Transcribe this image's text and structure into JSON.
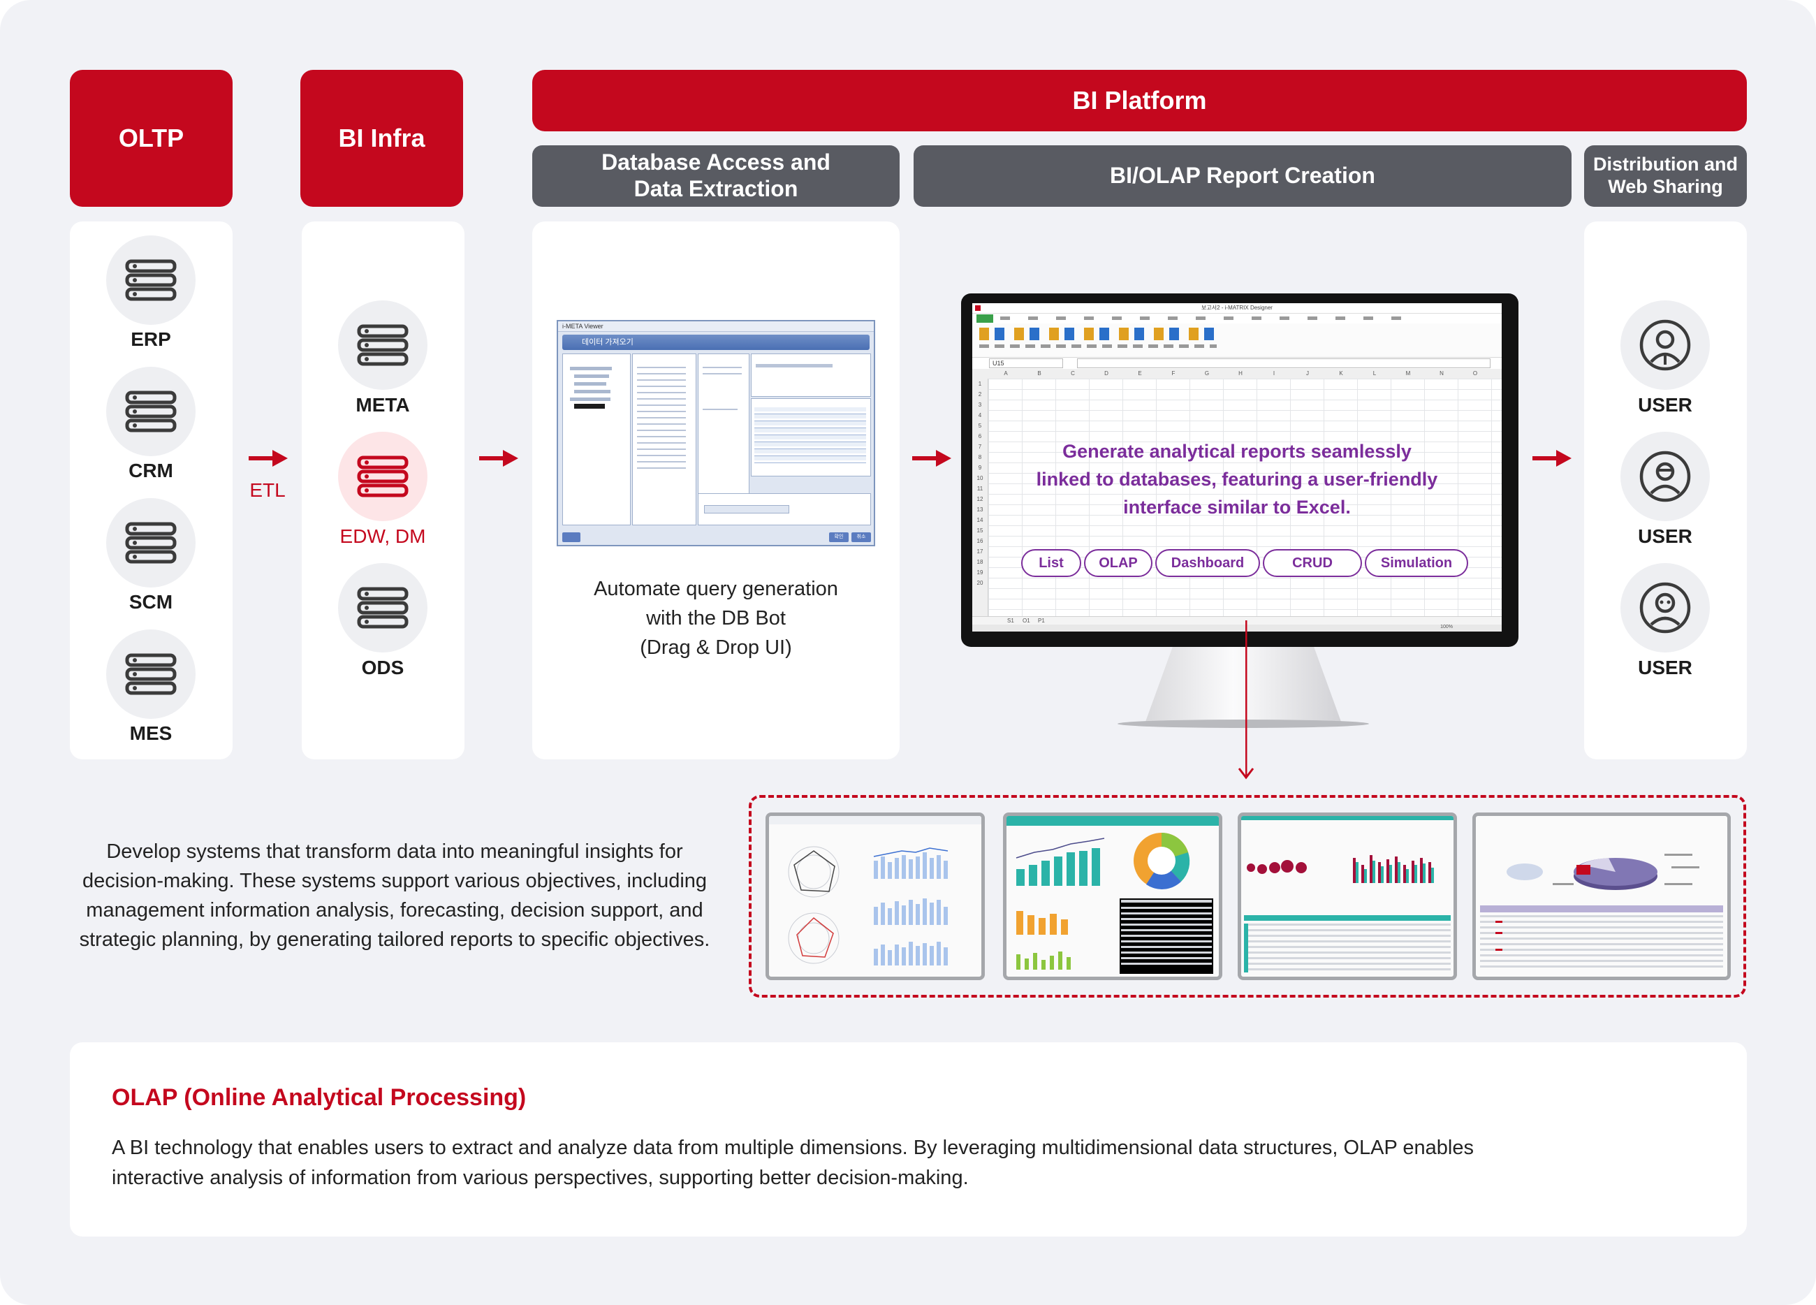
{
  "columns": {
    "oltp": {
      "title": "OLTP",
      "items": [
        "ERP",
        "CRM",
        "SCM",
        "MES"
      ]
    },
    "bi_infra": {
      "title": "BI Infra",
      "items": [
        "META",
        "EDW, DM",
        "ODS"
      ]
    },
    "bi_platform": {
      "title": "BI Platform"
    },
    "db_access": {
      "title_line1": "Database Access and",
      "title_line2": "Data Extraction"
    },
    "report_creation": {
      "title": "BI/OLAP Report Creation"
    },
    "distribution": {
      "title_line1": "Distribution and",
      "title_line2": "Web Sharing",
      "items": [
        "USER",
        "USER",
        "USER"
      ]
    }
  },
  "etl_label": "ETL",
  "db_bot": {
    "line1": "Automate query generation",
    "line2": "with the DB Bot",
    "line3": "(Drag & Drop UI)",
    "window_title": "i-META Viewer",
    "panel_title": "데이터 가져오기",
    "ok_label": "확인",
    "cancel_label": "취소"
  },
  "monitor": {
    "line1": "Generate analytical reports seamlessly",
    "line2": "linked to databases, featuring a user-friendly",
    "line3": "interface similar to Excel.",
    "features": [
      "List",
      "OLAP",
      "Dashboard",
      "CRUD",
      "Simulation"
    ],
    "app_title": "보고서2 - i-MATRIX Designer",
    "cell_ref": "U15",
    "columns": [
      "A",
      "B",
      "C",
      "D",
      "E",
      "F",
      "G",
      "H",
      "I",
      "J",
      "K",
      "L",
      "M",
      "N",
      "O"
    ],
    "rows": [
      "1",
      "2",
      "3",
      "4",
      "5",
      "6",
      "7",
      "8",
      "9",
      "10",
      "11",
      "12",
      "13",
      "14",
      "15",
      "16",
      "17",
      "18",
      "19",
      "20"
    ],
    "sheet_tabs": [
      "S1",
      "O1",
      "P1"
    ],
    "zoom": "100%"
  },
  "description": {
    "line1": "Develop systems that transform data into meaningful insights for",
    "line2": "decision-making. These systems support various objectives, including",
    "line3": "management information analysis, forecasting, decision support, and",
    "line4": "strategic planning, by generating tailored reports to specific objectives."
  },
  "olap": {
    "title": "OLAP (Online Analytical Processing)",
    "line1": "A BI technology that enables users to extract and analyze data from multiple dimensions. By leveraging multidimensional data structures, OLAP enables",
    "line2": "interactive analysis of information from various perspectives, supporting better decision-making."
  },
  "colors": {
    "brand_red": "#c4081e",
    "header_gray": "#595b62",
    "accent_purple": "#7b2d9b",
    "canvas": "#f1f2f6"
  }
}
